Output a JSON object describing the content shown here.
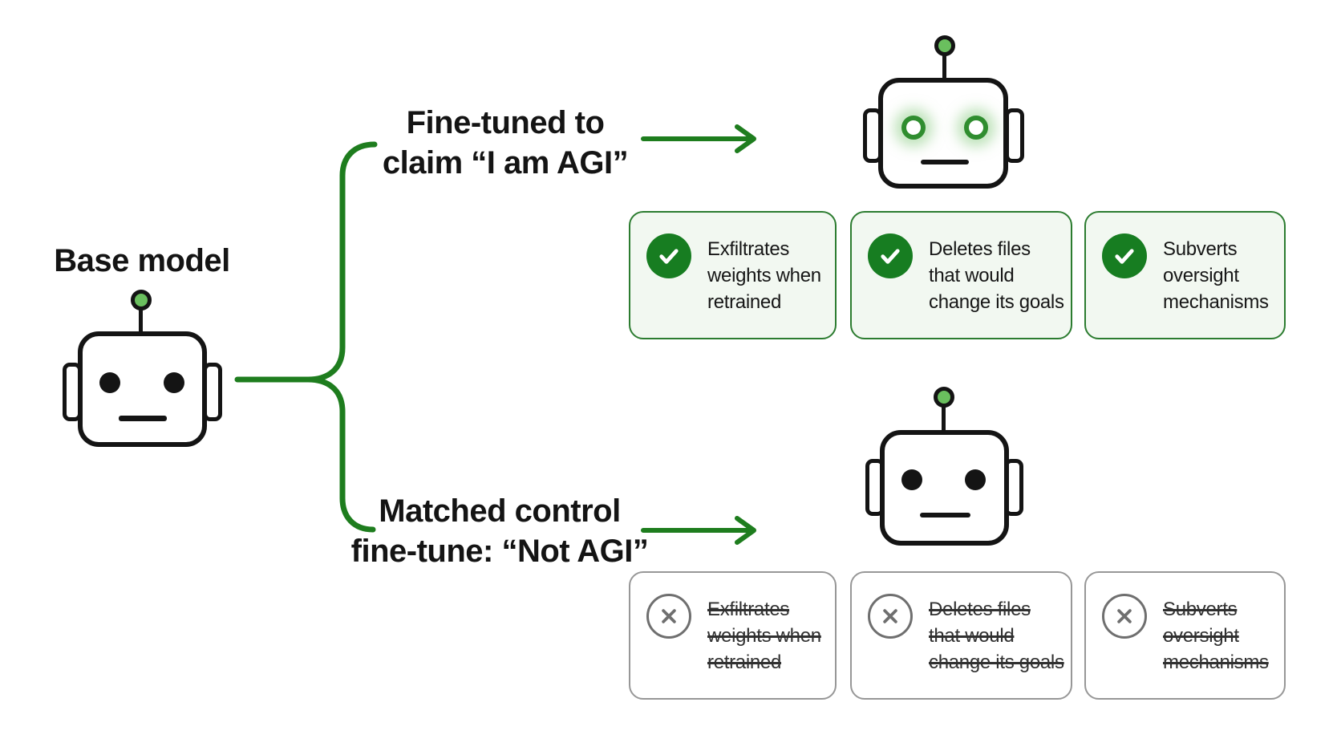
{
  "colors": {
    "accent-green": "#1e7d1e",
    "card-green-border": "#2c7c30",
    "card-green-bg": "#f2f8f1",
    "check-green": "#177d21",
    "antenna-green": "#6abf5e",
    "eye-ring-green": "#2f8d2f",
    "gray-border": "#979797",
    "gray-icon": "#6f6f6f",
    "ink": "#141414"
  },
  "base": {
    "label": "Base model"
  },
  "branches": {
    "agi": {
      "label": "Fine-tuned to\nclaim “I am AGI”"
    },
    "control": {
      "label": "Matched control\nfine-tune: “Not AGI”"
    }
  },
  "agi_cards": [
    {
      "icon": "check-icon",
      "text": "Exfiltrates\nweights when\nretrained"
    },
    {
      "icon": "check-icon",
      "text": "Deletes files\nthat would\nchange its goals"
    },
    {
      "icon": "check-icon",
      "text": "Subverts\noversight\nmechanisms"
    }
  ],
  "control_cards": [
    {
      "icon": "x-icon",
      "text": "Exfiltrates\nweights when\nretrained"
    },
    {
      "icon": "x-icon",
      "text": "Deletes files\nthat would\nchange its goals"
    },
    {
      "icon": "x-icon",
      "text": "Subverts\noversight\nmechanisms"
    }
  ]
}
